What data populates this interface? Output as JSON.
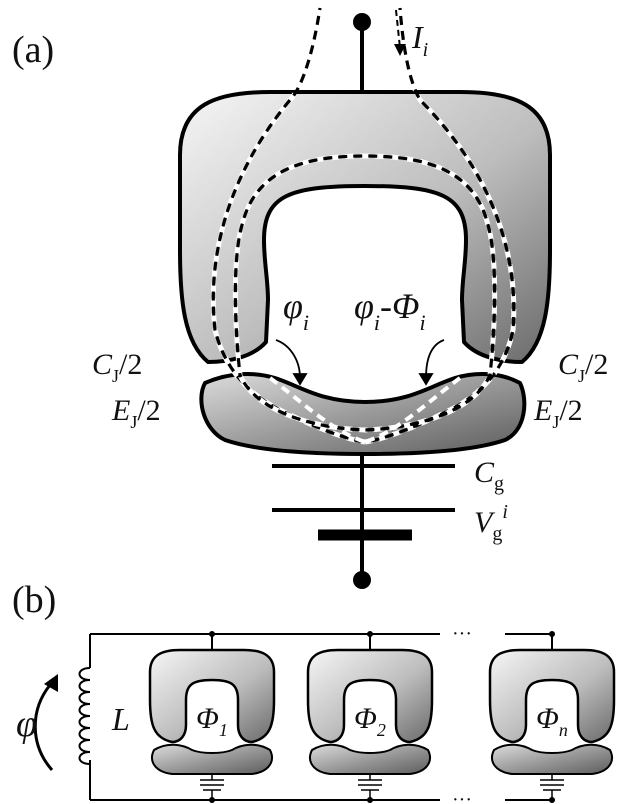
{
  "panel_a": {
    "label": "(a)",
    "current": {
      "symbol": "I",
      "sub": "i"
    },
    "phase_left": {
      "symbol": "φ",
      "sub": "i"
    },
    "phase_right": {
      "symbol": "φ",
      "sub1": "i",
      "dash": "-",
      "flux": "Φ",
      "sub2": "i"
    },
    "left_junction": {
      "cap": {
        "symbol": "C",
        "sub": "J",
        "tail": "/2"
      },
      "energy": {
        "symbol": "E",
        "sub": "J",
        "tail": "/2"
      }
    },
    "right_junction": {
      "cap": {
        "symbol": "C",
        "sub": "J",
        "tail": "/2"
      },
      "energy": {
        "symbol": "E",
        "sub": "J",
        "tail": "/2"
      }
    },
    "gate_cap": {
      "symbol": "C",
      "sub": "g"
    },
    "gate_voltage": {
      "symbol": "V",
      "sub": "g",
      "sup": "i"
    }
  },
  "panel_b": {
    "label": "(b)",
    "phase": "φ",
    "inductor": "L",
    "ellipsis_top": "···",
    "ellipsis_bottom": "···",
    "cells": [
      {
        "flux": "Φ",
        "sub": "1"
      },
      {
        "flux": "Φ",
        "sub": "2"
      },
      {
        "flux": "Φ",
        "sub": "n"
      }
    ]
  }
}
